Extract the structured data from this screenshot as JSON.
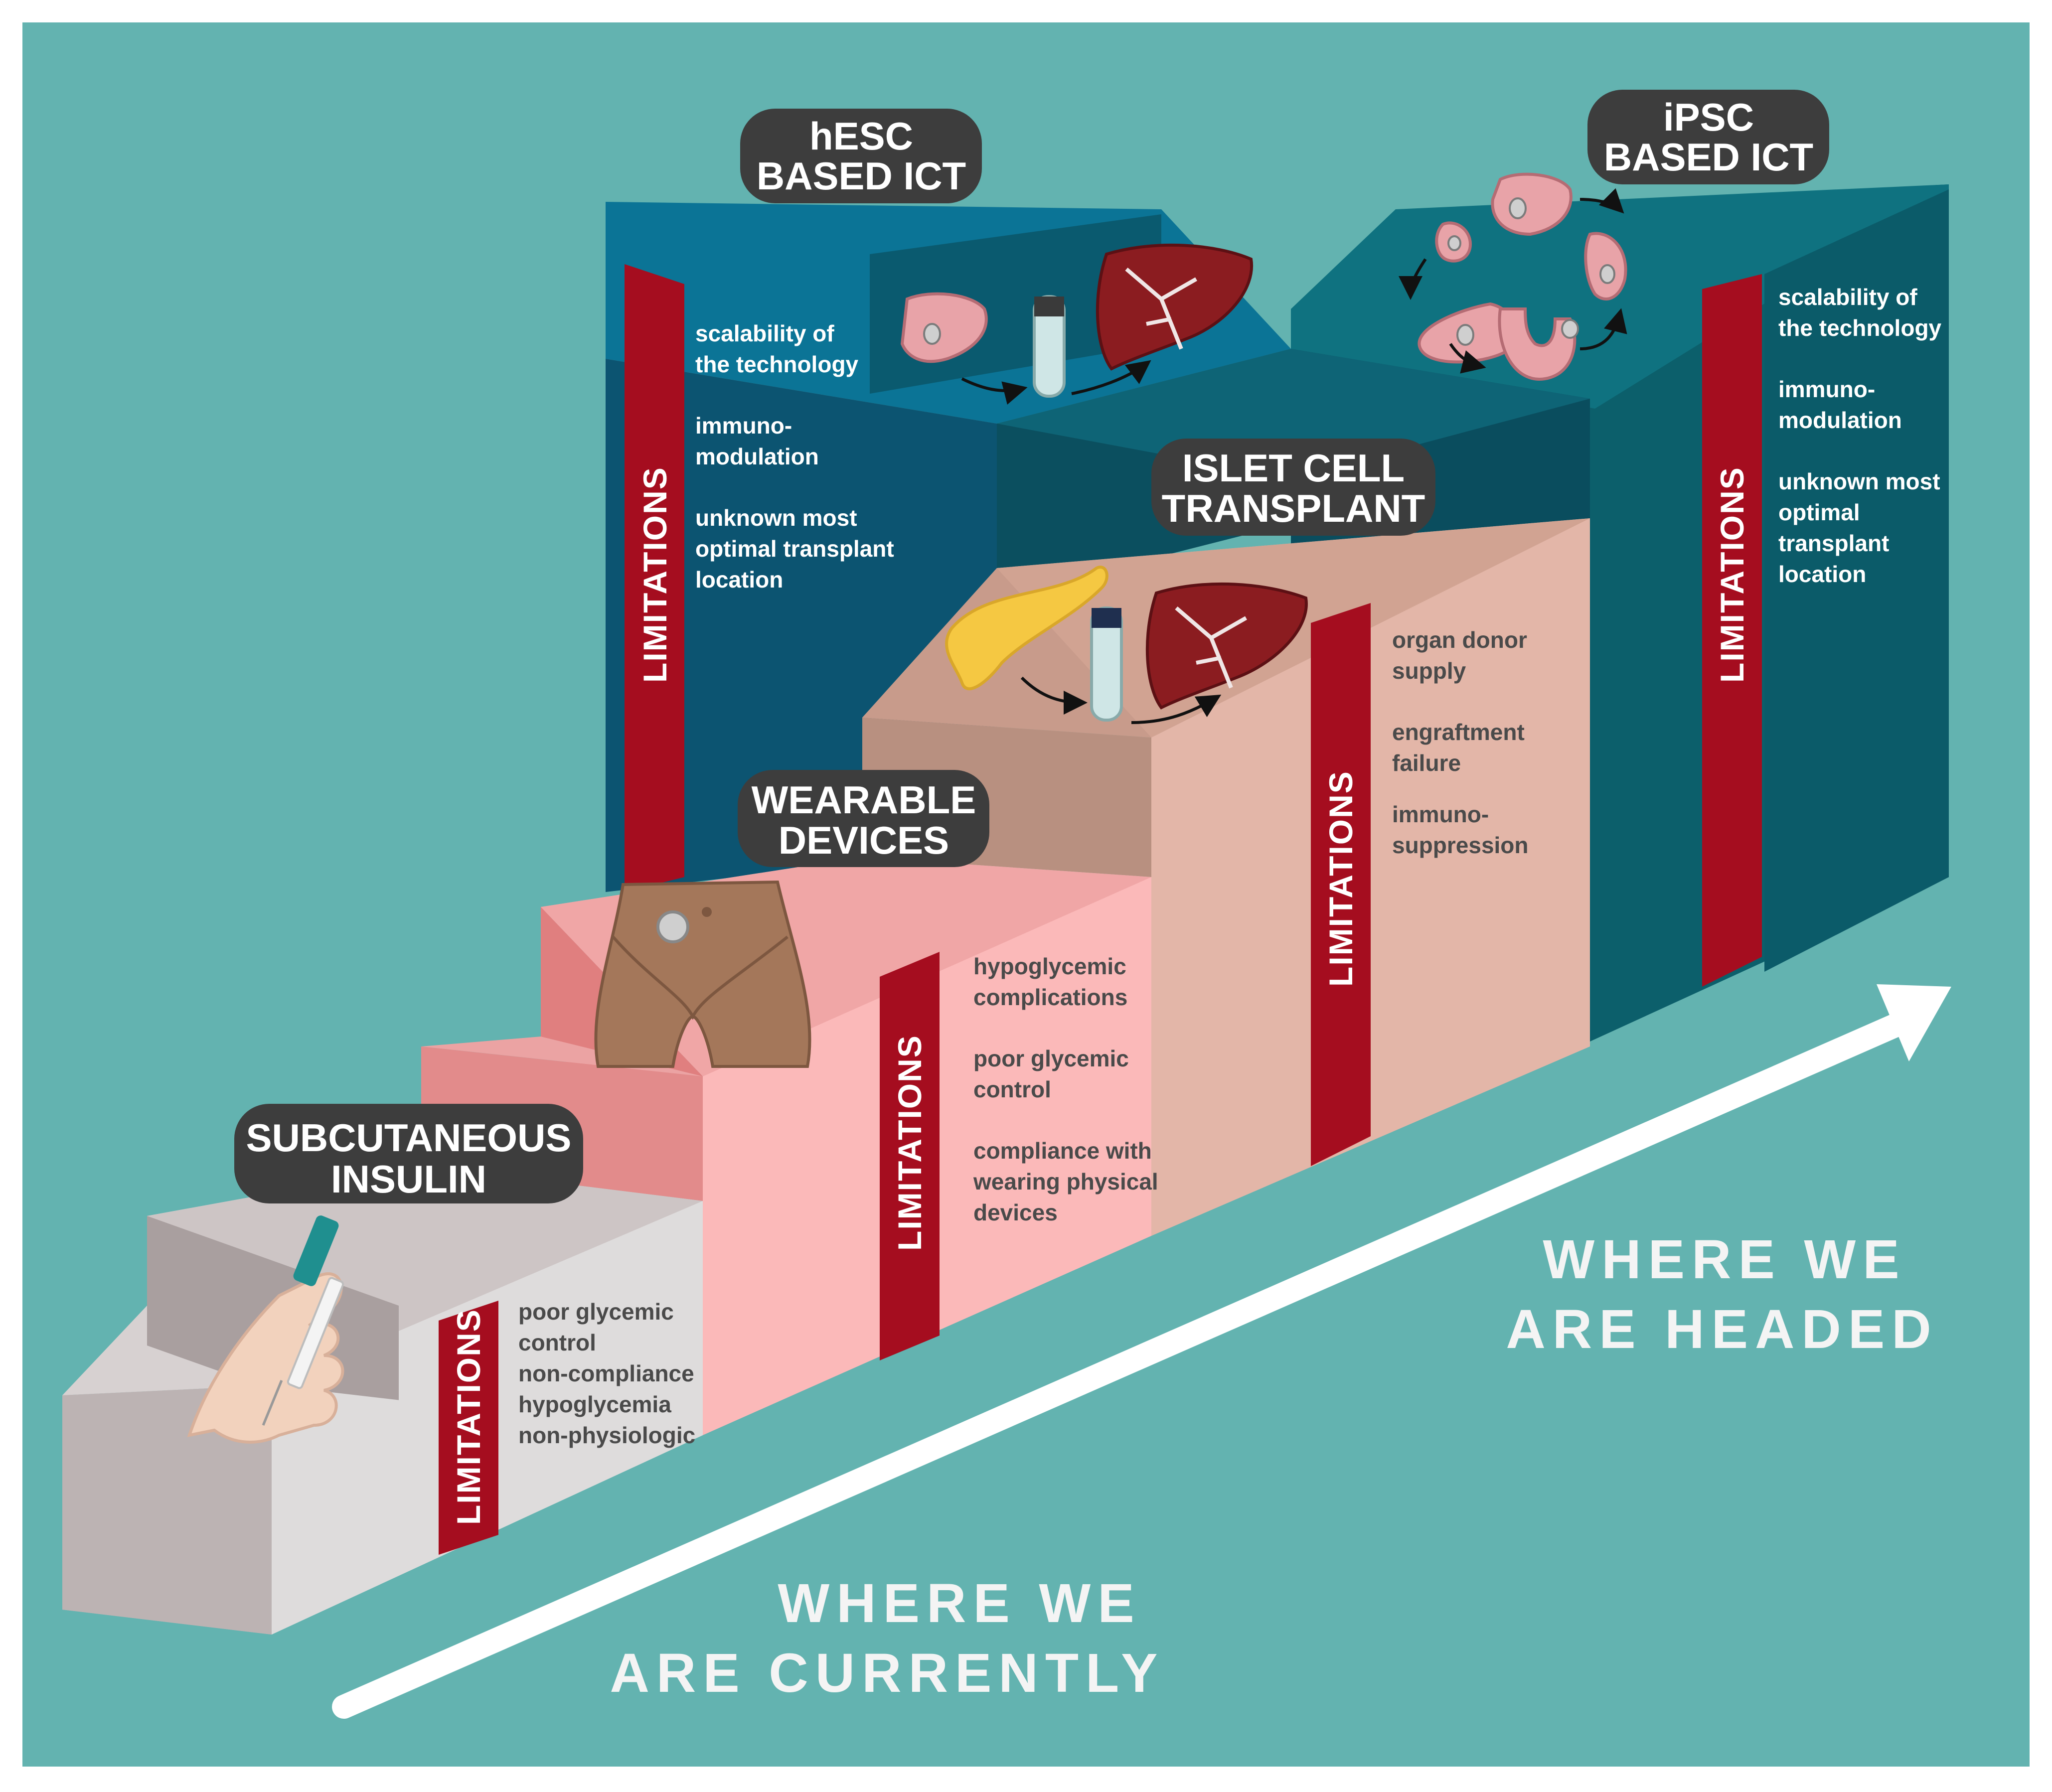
{
  "stages": [
    {
      "id": "subcutaneous",
      "title_line1": "SUBCUTANEOUS",
      "title_line2": "INSULIN",
      "limitations_label": "LIMITATIONS",
      "items": [
        "poor glycemic",
        "control",
        "non-compliance",
        "hypoglycemia",
        "non-physiologic"
      ]
    },
    {
      "id": "wearable",
      "title_line1": "WEARABLE",
      "title_line2": "DEVICES",
      "limitations_label": "LIMITATIONS",
      "items": [
        "hypoglycemic",
        "complications",
        "poor glycemic",
        "control",
        "compliance with",
        "wearing physical",
        "devices"
      ]
    },
    {
      "id": "islet",
      "title_line1": "ISLET CELL",
      "title_line2": "TRANSPLANT",
      "limitations_label": "LIMITATIONS",
      "items": [
        "organ donor",
        "supply",
        "engraftment",
        "failure",
        "immuno-",
        "suppression"
      ]
    },
    {
      "id": "hesc",
      "title_line1": "hESC",
      "title_line2": "BASED ICT",
      "limitations_label": "LIMITATIONS",
      "items": [
        "scalability of",
        "the technology",
        "immuno-",
        "modulation",
        "unknown most",
        "optimal transplant",
        "location"
      ]
    },
    {
      "id": "ipsc",
      "title_line1": "iPSC",
      "title_line2": "BASED ICT",
      "limitations_label": "LIMITATIONS",
      "items": [
        "scalability of",
        "the technology",
        "immuno-",
        "modulation",
        "unknown most",
        "optimal",
        "transplant",
        "location"
      ]
    }
  ],
  "captions": {
    "current_line1": "WHERE WE",
    "current_line2": "ARE CURRENTLY",
    "headed_line1": "WHERE WE",
    "headed_line2": "ARE HEADED"
  },
  "colors": {
    "background": "#63b3b0",
    "limitation_bar": "#a50d1f",
    "pill": "#3d3d3d",
    "subcutaneous_front": "#dedcdc",
    "wearable_front": "#fbb9b9",
    "islet_front": "#e3b6a8",
    "hesc_front": "#0b5670",
    "ipsc_front": "#0c5f6b"
  },
  "icons": [
    "hand-syringe-icon",
    "torso-pump-icon",
    "pancreas-icon",
    "test-tube-icon",
    "liver-icon",
    "cell-icon",
    "cell-cycle-icon"
  ]
}
